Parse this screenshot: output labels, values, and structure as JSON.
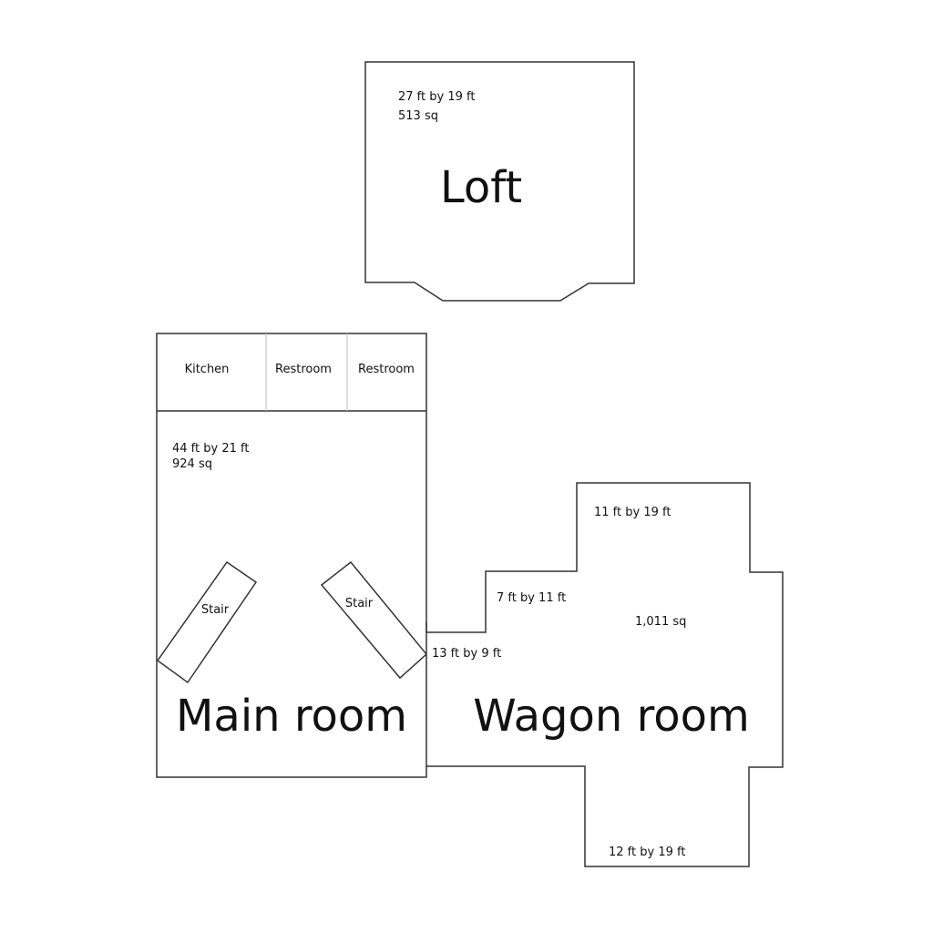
{
  "loft": {
    "dims": "27 ft by 19 ft",
    "area": "513 sq",
    "label": "Loft"
  },
  "main_room": {
    "rooms": [
      "Kitchen",
      "Restroom",
      "Restroom"
    ],
    "dims": "44 ft by 21 ft",
    "area": "924 sq",
    "stair_left": "Stair",
    "stair_right": "Stair",
    "label": "Main room"
  },
  "wagon_room": {
    "dims_top": "11 ft by 19 ft",
    "dims_mid": "7 ft by 11 ft",
    "dims_left": "13 ft by 9 ft",
    "area": "1,011 sq",
    "dims_bottom": "12 ft by 19 ft",
    "label": "Wagon room"
  }
}
